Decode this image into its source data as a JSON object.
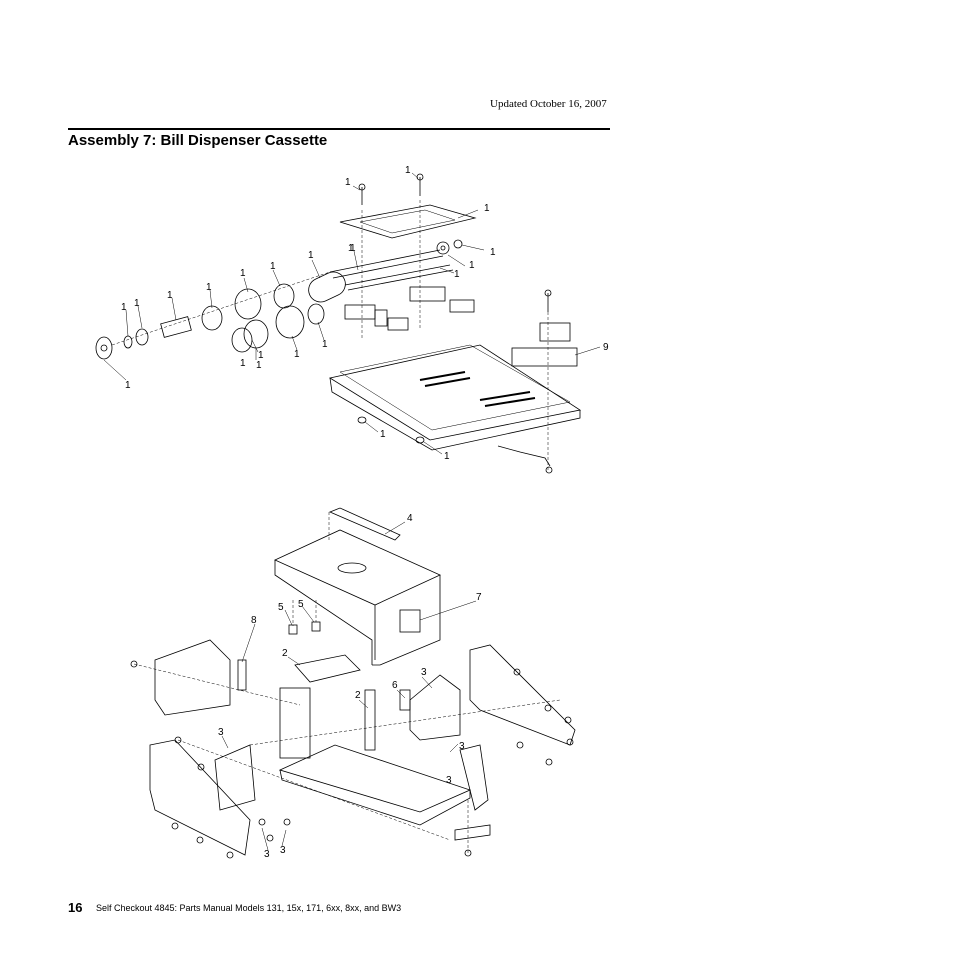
{
  "header": {
    "updated": "Updated October 16, 2007"
  },
  "title": "Assembly 7: Bill Dispenser Cassette",
  "diagram_top": {
    "callouts": [
      "1",
      "1",
      "1",
      "1",
      "1",
      "1",
      "1",
      "1",
      "1",
      "1",
      "1",
      "1",
      "1",
      "1",
      "1",
      "1",
      "1",
      "1",
      "1",
      "1",
      "1",
      "9",
      "1",
      "1"
    ]
  },
  "diagram_bottom": {
    "callouts": [
      "4",
      "7",
      "5",
      "5",
      "8",
      "2",
      "2",
      "6",
      "3",
      "3",
      "3",
      "3",
      "3",
      "3"
    ]
  },
  "footer": {
    "page_number": "16",
    "text": "Self Checkout 4845:  Parts Manual Models 131, 15x, 171, 6xx, 8xx, and BW3"
  }
}
